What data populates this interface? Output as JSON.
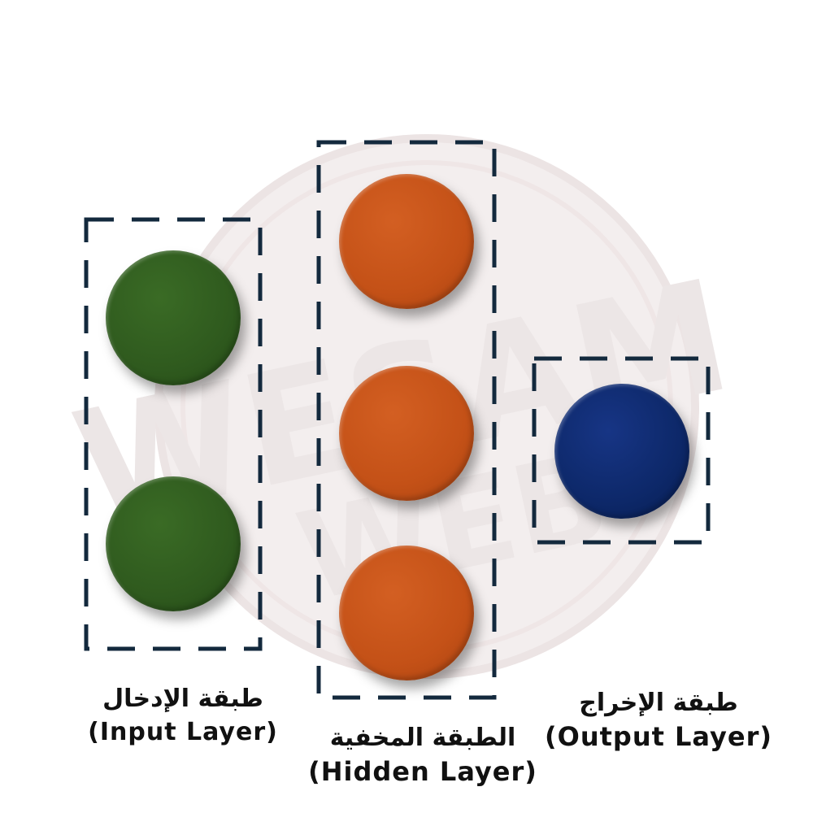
{
  "watermark": {
    "text_line1": "WESAM",
    "text_line2": "WEB"
  },
  "colors": {
    "input_node": "#2f5a1e",
    "hidden_node": "#c45117",
    "output_node": "#0d2869",
    "box_stroke": "#13293d"
  },
  "layers": {
    "input": {
      "label_ar": "طبقة الإدخال",
      "label_en": "(Input Layer)"
    },
    "hidden": {
      "label_ar": "الطبقة المخفية",
      "label_en": "(Hidden Layer)"
    },
    "output": {
      "label_ar": "طبقة الإخراج",
      "label_en": "(Output Layer)"
    }
  }
}
